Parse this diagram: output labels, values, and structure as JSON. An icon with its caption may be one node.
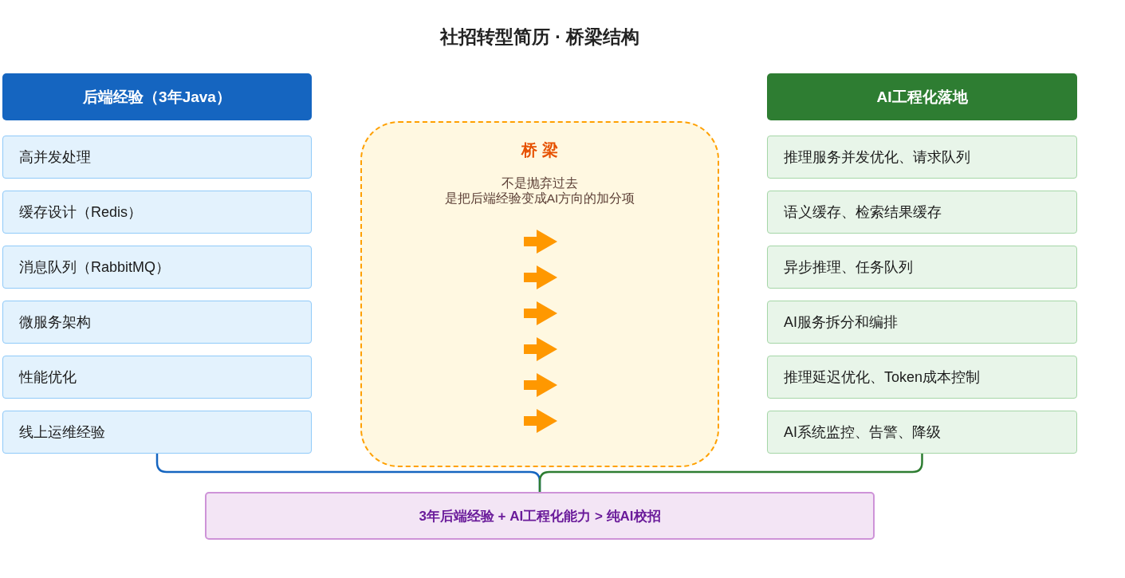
{
  "diagram": {
    "title": "社招转型简历 · 桥梁结构",
    "nodes": [
      {
        "text": [
          "后端经验（3年Java）"
        ]
      },
      {
        "text": [
          "高并发处理"
        ]
      },
      {
        "text": [
          "缓存设计（Redis）"
        ]
      },
      {
        "text": [
          "消息队列（RabbitMQ）"
        ]
      },
      {
        "text": [
          "微服务架构"
        ]
      },
      {
        "text": [
          "性能优化"
        ]
      },
      {
        "text": [
          "线上运维经验"
        ]
      },
      {
        "text": [
          "桥 梁",
          "不是抛弃过去",
          "是把后端经验变成AI方向的加分项"
        ]
      },
      {
        "text": [
          "AI工程化落地"
        ]
      },
      {
        "text": [
          "推理服务并发优化、请求队列"
        ]
      },
      {
        "text": [
          "语义缓存、检索结果缓存"
        ]
      },
      {
        "text": [
          "异步推理、任务队列"
        ]
      },
      {
        "text": [
          "AI服务拆分和编排"
        ]
      },
      {
        "text": [
          "推理延迟优化、Token成本控制"
        ]
      },
      {
        "text": [
          "AI系统监控、告警、降级"
        ]
      },
      {
        "text": [
          "3年后端经验 + AI工程化能力 > 纯AI校招"
        ]
      }
    ],
    "edges": [
      {
        "from": 6,
        "to": 15,
        "arrow": "none",
        "color": "#1565c0"
      },
      {
        "from": 14,
        "to": 15,
        "arrow": "none",
        "color": "#2e7d32"
      }
    ]
  }
}
